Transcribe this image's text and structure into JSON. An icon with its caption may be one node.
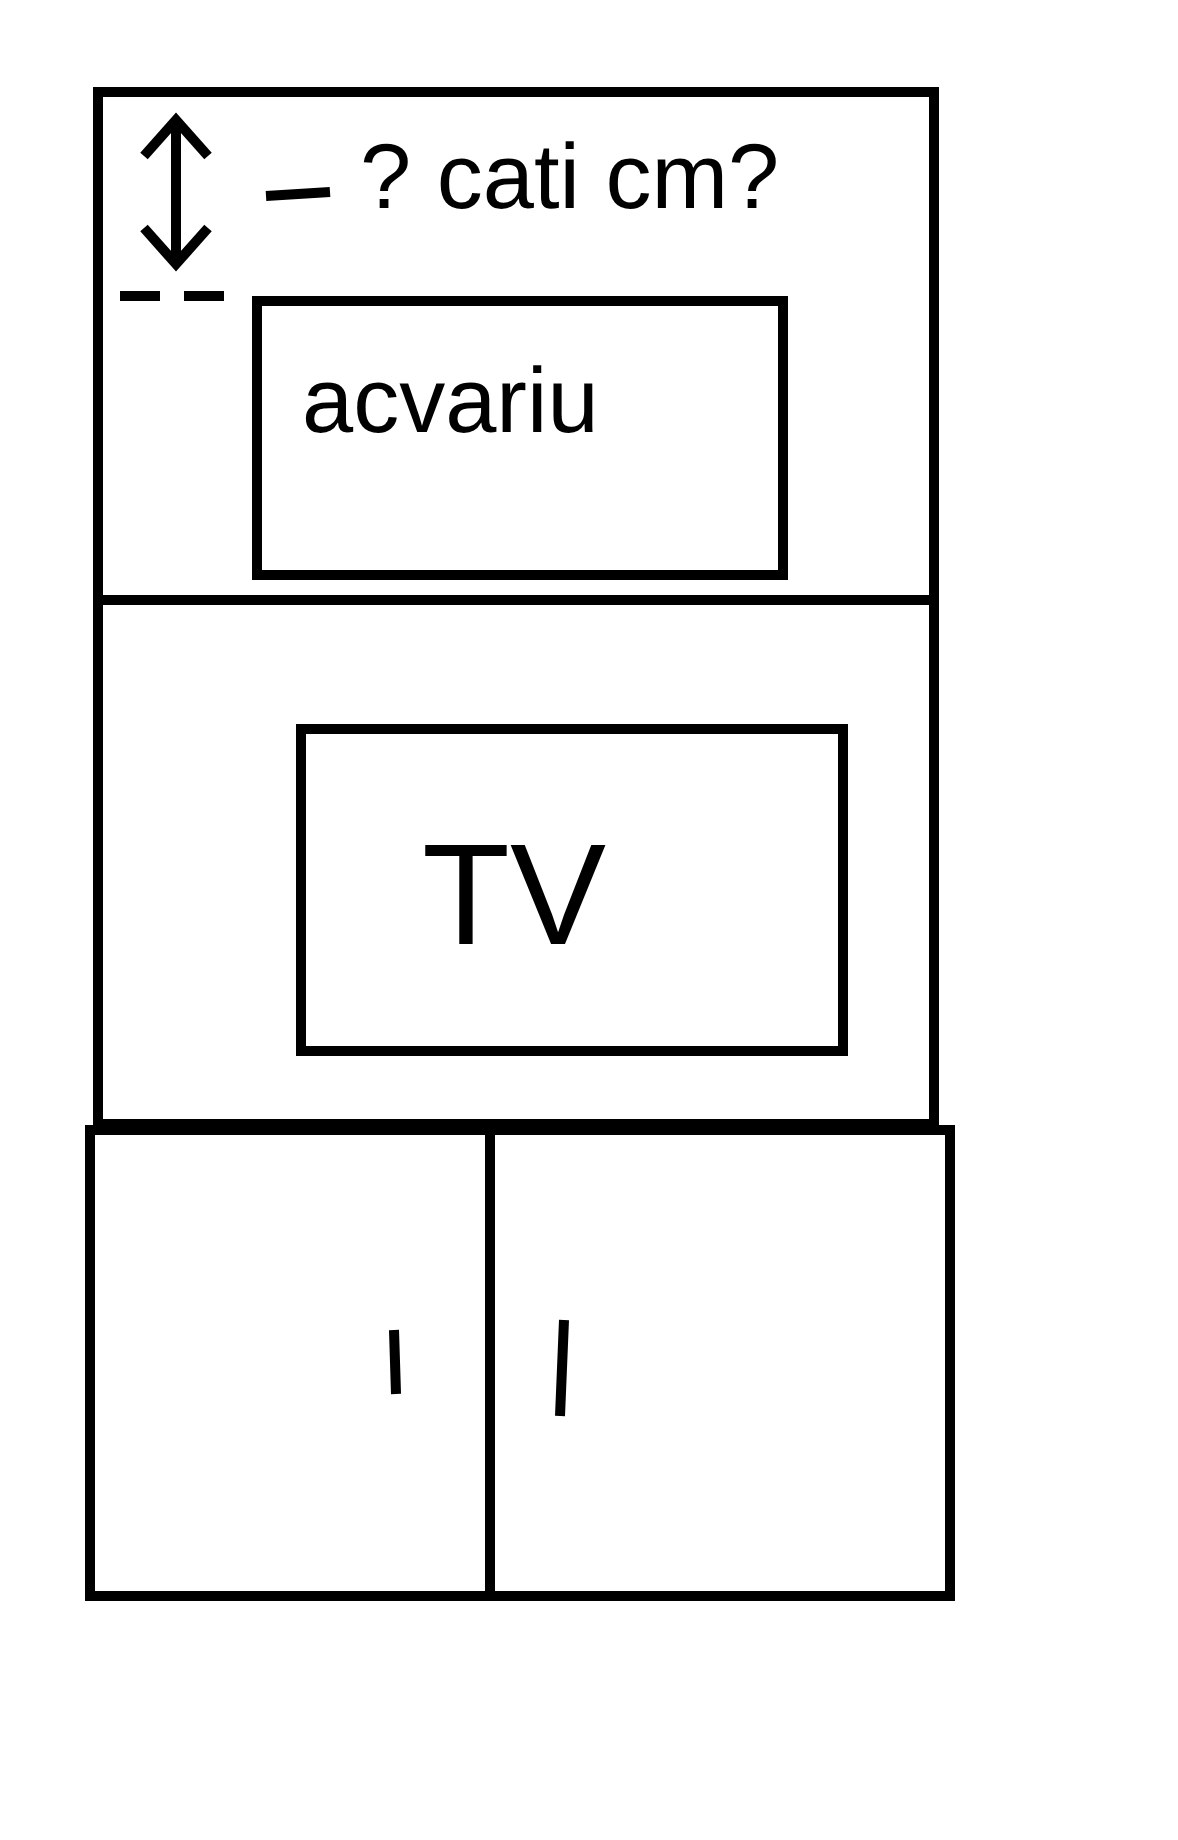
{
  "diagram": {
    "nodes": [
      {
        "text": [
          "acvariu"
        ]
      },
      {
        "text": [
          "TV"
        ]
      }
    ],
    "labels": [
      "? cati cm?"
    ]
  }
}
